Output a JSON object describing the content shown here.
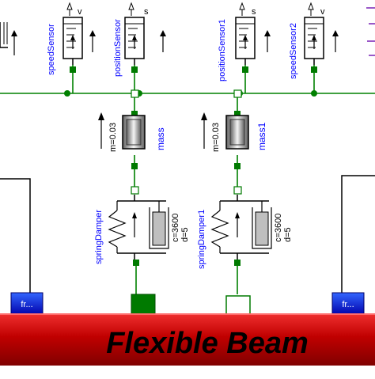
{
  "title": "Flexible Beam",
  "components": {
    "speed_sensor": "speedSensor",
    "speed_sensor_unit": "v",
    "position_sensor": "positionSensor",
    "position_sensor_unit": "s",
    "position_sensor1": "positionSensor1",
    "position_sensor1_unit": "s",
    "speed_sensor2": "speedSensor2",
    "speed_sensor2_unit": "v",
    "mass": "mass",
    "mass_param": "m=0.03",
    "mass1": "mass1",
    "mass1_param": "m=0.03",
    "spring_damper": "springDamper",
    "spring_damper_c": "c=3600",
    "spring_damper_d": "d=5",
    "spring_damper1": "springDamper1",
    "spring_damper1_c": "c=3600",
    "spring_damper1_d": "d=5",
    "fixed_left": "fr...",
    "fixed_right": "fr..."
  },
  "colors": {
    "connection": "#008000",
    "banner_red": "#cc0000",
    "label_blue": "#0000ff",
    "block_blue": "#0000cc",
    "port_green": "#007a00"
  }
}
